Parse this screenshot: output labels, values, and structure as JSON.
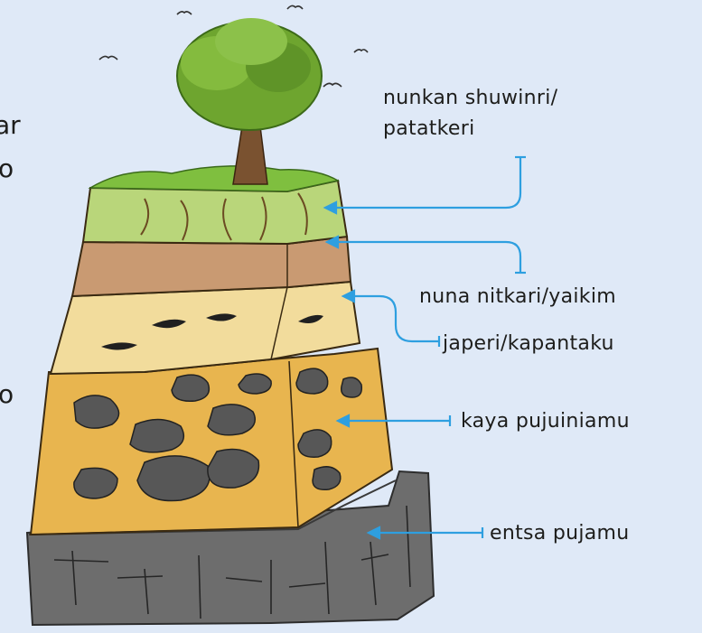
{
  "labels": {
    "topsoil_line1": "nunkan shuwinri/",
    "topsoil_line2": "patatkeri",
    "subsoil": "nuna nitkari/yaikim",
    "parent": "japeri/kapantaku",
    "weathered_rock": "kaya pujuiniamu",
    "bedrock": "entsa pujamu"
  },
  "edge_fragments": {
    "top": "ar",
    "mid_top": "o",
    "mid": "o"
  },
  "colors": {
    "background": "#dfe9f7",
    "arrow": "#2e9fe0",
    "grass": "#8cc14a",
    "topsoil": "#b9d67a",
    "clay": "#c99a72",
    "sand": "#efd799",
    "gravel": "#e6b34d",
    "rock": "#5b5b5b",
    "bedrock": "#6e6e6e"
  }
}
